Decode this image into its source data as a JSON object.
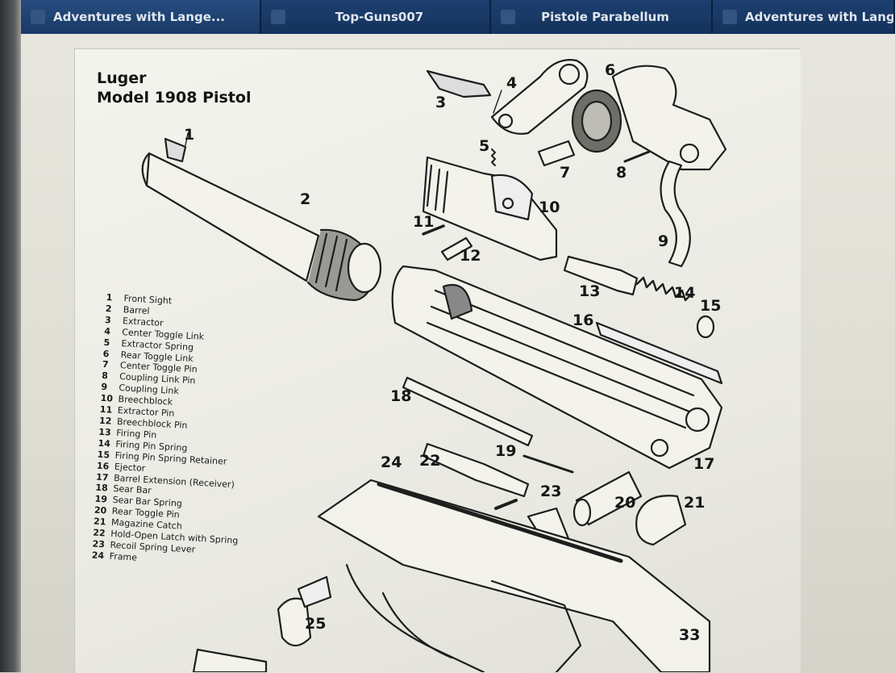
{
  "tabs": [
    {
      "label": "Adventures with Lange...",
      "icon": "page-icon"
    },
    {
      "label": "Top-Guns007",
      "icon": "page-icon"
    },
    {
      "label": "Pistole Parabellum",
      "icon": "page-icon"
    },
    {
      "label": "Adventures with Lange...",
      "icon": "page-icon"
    }
  ],
  "diagram": {
    "title_line1": "Luger",
    "title_line2": "Model 1908 Pistol",
    "legend": [
      {
        "n": "1",
        "label": "Front Sight"
      },
      {
        "n": "2",
        "label": "Barrel"
      },
      {
        "n": "3",
        "label": "Extractor"
      },
      {
        "n": "4",
        "label": "Center Toggle Link"
      },
      {
        "n": "5",
        "label": "Extractor Spring"
      },
      {
        "n": "6",
        "label": "Rear Toggle Link"
      },
      {
        "n": "7",
        "label": "Center Toggle Pin"
      },
      {
        "n": "8",
        "label": "Coupling Link Pin"
      },
      {
        "n": "9",
        "label": "Coupling Link"
      },
      {
        "n": "10",
        "label": "Breechblock"
      },
      {
        "n": "11",
        "label": "Extractor Pin"
      },
      {
        "n": "12",
        "label": "Breechblock Pin"
      },
      {
        "n": "13",
        "label": "Firing Pin"
      },
      {
        "n": "14",
        "label": "Firing Pin Spring"
      },
      {
        "n": "15",
        "label": "Firing Pin Spring Retainer"
      },
      {
        "n": "16",
        "label": "Ejector"
      },
      {
        "n": "17",
        "label": "Barrel Extension (Receiver)"
      },
      {
        "n": "18",
        "label": "Sear Bar"
      },
      {
        "n": "19",
        "label": "Sear Bar Spring"
      },
      {
        "n": "20",
        "label": "Rear Toggle Pin"
      },
      {
        "n": "21",
        "label": "Magazine Catch"
      },
      {
        "n": "22",
        "label": "Hold-Open Latch with Spring"
      },
      {
        "n": "23",
        "label": "Recoil Spring Lever"
      },
      {
        "n": "24",
        "label": "Frame"
      }
    ],
    "part_numbers": [
      "1",
      "2",
      "3",
      "4",
      "5",
      "6",
      "7",
      "8",
      "9",
      "10",
      "11",
      "12",
      "13",
      "14",
      "15",
      "16",
      "17",
      "18",
      "19",
      "20",
      "21",
      "22",
      "23",
      "24",
      "25",
      "33"
    ]
  }
}
